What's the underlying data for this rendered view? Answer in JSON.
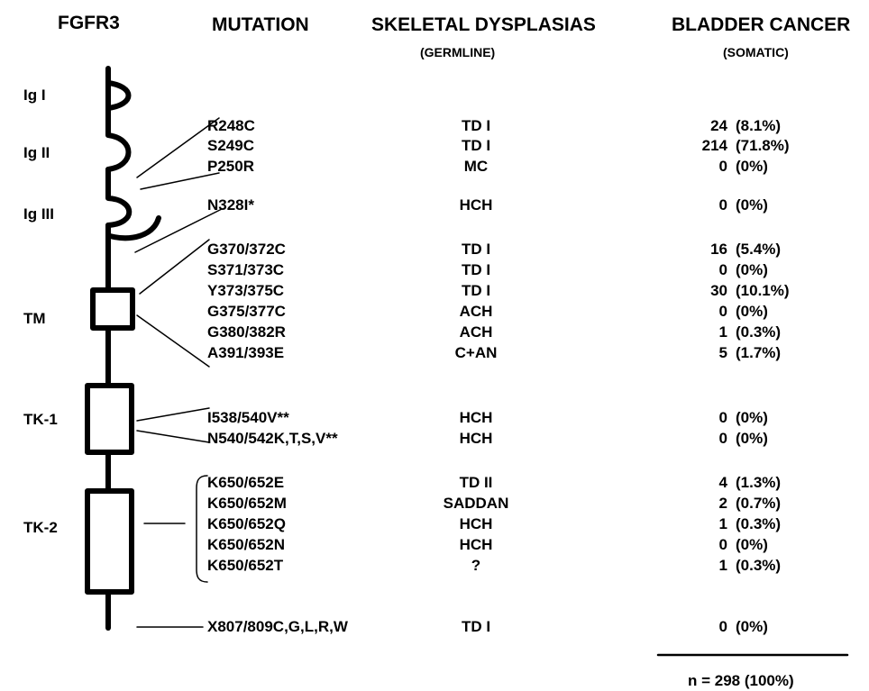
{
  "headers": {
    "gene": "FGFR3",
    "mutation": "MUTATION",
    "dysplasias": "SKELETAL DYSPLASIAS",
    "dysplasias_sub": "(GERMLINE)",
    "cancer": "BLADDER CANCER",
    "cancer_sub": "(SOMATIC)"
  },
  "domains": [
    "Ig I",
    "Ig II",
    "Ig III",
    "TM",
    "TK-1",
    "TK-2"
  ],
  "rows": [
    {
      "mutation": "R248C",
      "dysplasia": "TD I",
      "count": "24",
      "percent": "(8.1%)"
    },
    {
      "mutation": "S249C",
      "dysplasia": "TD I",
      "count": "214",
      "percent": "(71.8%)"
    },
    {
      "mutation": "P250R",
      "dysplasia": "MC",
      "count": "0",
      "percent": "(0%)"
    },
    {
      "mutation": "N328I*",
      "dysplasia": "HCH",
      "count": "0",
      "percent": "(0%)"
    },
    {
      "mutation": "G370/372C",
      "dysplasia": "TD I",
      "count": "16",
      "percent": "(5.4%)"
    },
    {
      "mutation": "S371/373C",
      "dysplasia": "TD I",
      "count": "0",
      "percent": "(0%)"
    },
    {
      "mutation": "Y373/375C",
      "dysplasia": "TD I",
      "count": "30",
      "percent": "(10.1%)"
    },
    {
      "mutation": "G375/377C",
      "dysplasia": "ACH",
      "count": "0",
      "percent": "(0%)"
    },
    {
      "mutation": "G380/382R",
      "dysplasia": "ACH",
      "count": "1",
      "percent": "(0.3%)"
    },
    {
      "mutation": "A391/393E",
      "dysplasia": "C+AN",
      "count": "5",
      "percent": "(1.7%)"
    },
    {
      "mutation": "I538/540V**",
      "dysplasia": "HCH",
      "count": "0",
      "percent": "(0%)"
    },
    {
      "mutation": "N540/542K,T,S,V**",
      "dysplasia": "HCH",
      "count": "0",
      "percent": "(0%)"
    },
    {
      "mutation": "K650/652E",
      "dysplasia": "TD II",
      "count": "4",
      "percent": "(1.3%)"
    },
    {
      "mutation": "K650/652M",
      "dysplasia": "SADDAN",
      "count": "2",
      "percent": "(0.7%)"
    },
    {
      "mutation": "K650/652Q",
      "dysplasia": "HCH",
      "count": "1",
      "percent": "(0.3%)"
    },
    {
      "mutation": "K650/652N",
      "dysplasia": "HCH",
      "count": "0",
      "percent": "(0%)"
    },
    {
      "mutation": "K650/652T",
      "dysplasia": "?",
      "count": "1",
      "percent": "(0.3%)"
    },
    {
      "mutation": "X807/809C,G,L,R,W",
      "dysplasia": "TD I",
      "count": "0",
      "percent": "(0%)"
    }
  ],
  "total": "n = 298 (100%)"
}
